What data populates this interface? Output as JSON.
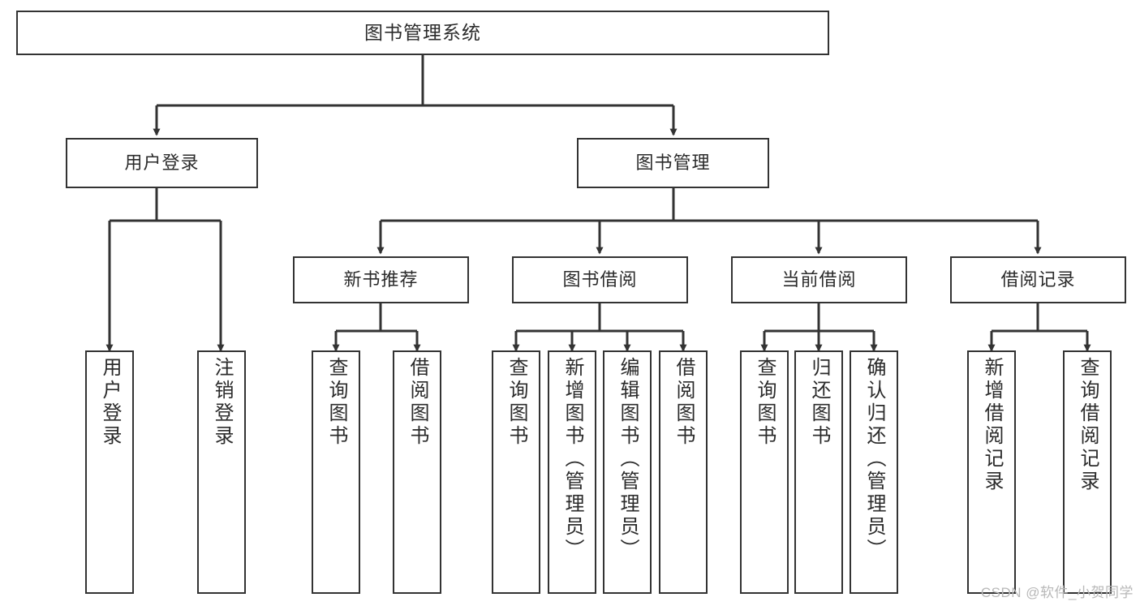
{
  "diagram": {
    "type": "tree-hierarchy",
    "title": "图书管理系统",
    "watermark": "CSDN @软件_小贺同学",
    "colors": {
      "stroke": "#333333",
      "fill": "#ffffff",
      "text": "#2b2b2b",
      "watermark": "#b8b8b8"
    },
    "nodes": {
      "root": {
        "label": "图书管理系统"
      },
      "level2": [
        {
          "id": "user-login",
          "label": "用户登录"
        },
        {
          "id": "book-management",
          "label": "图书管理"
        }
      ],
      "level3": [
        {
          "id": "new-book-recommend",
          "label": "新书推荐"
        },
        {
          "id": "book-borrow",
          "label": "图书借阅"
        },
        {
          "id": "current-borrow",
          "label": "当前借阅"
        },
        {
          "id": "borrow-record",
          "label": "借阅记录"
        }
      ],
      "leaves": {
        "user-login": [
          {
            "id": "leaf-user-login",
            "label": "用户登录"
          },
          {
            "id": "leaf-logout",
            "label": "注销登录"
          }
        ],
        "new-book-recommend": [
          {
            "id": "leaf-query-book-1",
            "label": "查询图书"
          },
          {
            "id": "leaf-borrow-book-1",
            "label": "借阅图书"
          }
        ],
        "book-borrow": [
          {
            "id": "leaf-query-book-2",
            "label": "查询图书"
          },
          {
            "id": "leaf-add-book",
            "label": "新增图书（管理员）"
          },
          {
            "id": "leaf-edit-book",
            "label": "编辑图书（管理员）"
          },
          {
            "id": "leaf-borrow-book-2",
            "label": "借阅图书"
          }
        ],
        "current-borrow": [
          {
            "id": "leaf-query-book-3",
            "label": "查询图书"
          },
          {
            "id": "leaf-return-book",
            "label": "归还图书"
          },
          {
            "id": "leaf-confirm-return",
            "label": "确认归还（管理员）"
          }
        ],
        "borrow-record": [
          {
            "id": "leaf-add-record",
            "label": "新增借阅记录"
          },
          {
            "id": "leaf-query-record",
            "label": "查询借阅记录"
          }
        ]
      }
    }
  }
}
